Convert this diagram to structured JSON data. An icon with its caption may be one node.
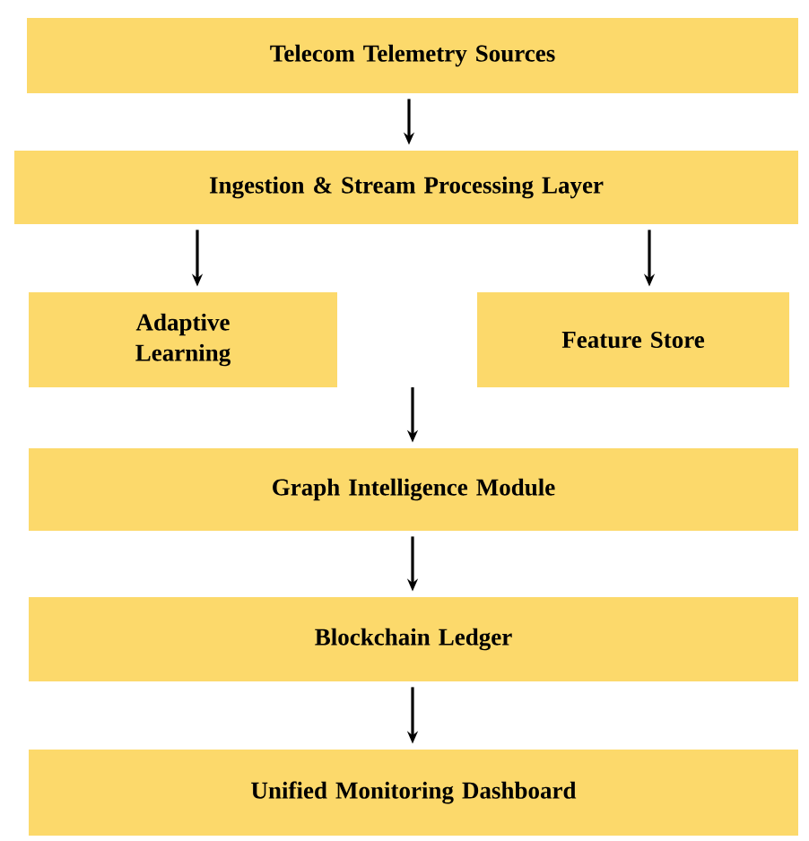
{
  "diagram": {
    "nodes": [
      {
        "text": [
          "Telecom Telemetry Sources"
        ]
      },
      {
        "text": [
          "Ingestion & Stream Processing Layer"
        ]
      },
      {
        "text": [
          "Adaptive Learning"
        ]
      },
      {
        "text": [
          "Feature Store"
        ]
      },
      {
        "text": [
          "Graph Intelligence Module"
        ]
      },
      {
        "text": [
          "Blockchain Ledger"
        ]
      },
      {
        "text": [
          "Unified Monitoring Dashboard"
        ]
      }
    ],
    "edges": [
      {
        "from": 0,
        "to": 1,
        "arrow": "to"
      },
      {
        "from": 1,
        "to": 2,
        "arrow": "to"
      },
      {
        "from": 1,
        "to": 3,
        "arrow": "to"
      },
      {
        "from": null,
        "to": 4,
        "arrow": "to"
      },
      {
        "from": 4,
        "to": 5,
        "arrow": "to"
      },
      {
        "from": 5,
        "to": 6,
        "arrow": "to"
      }
    ]
  }
}
